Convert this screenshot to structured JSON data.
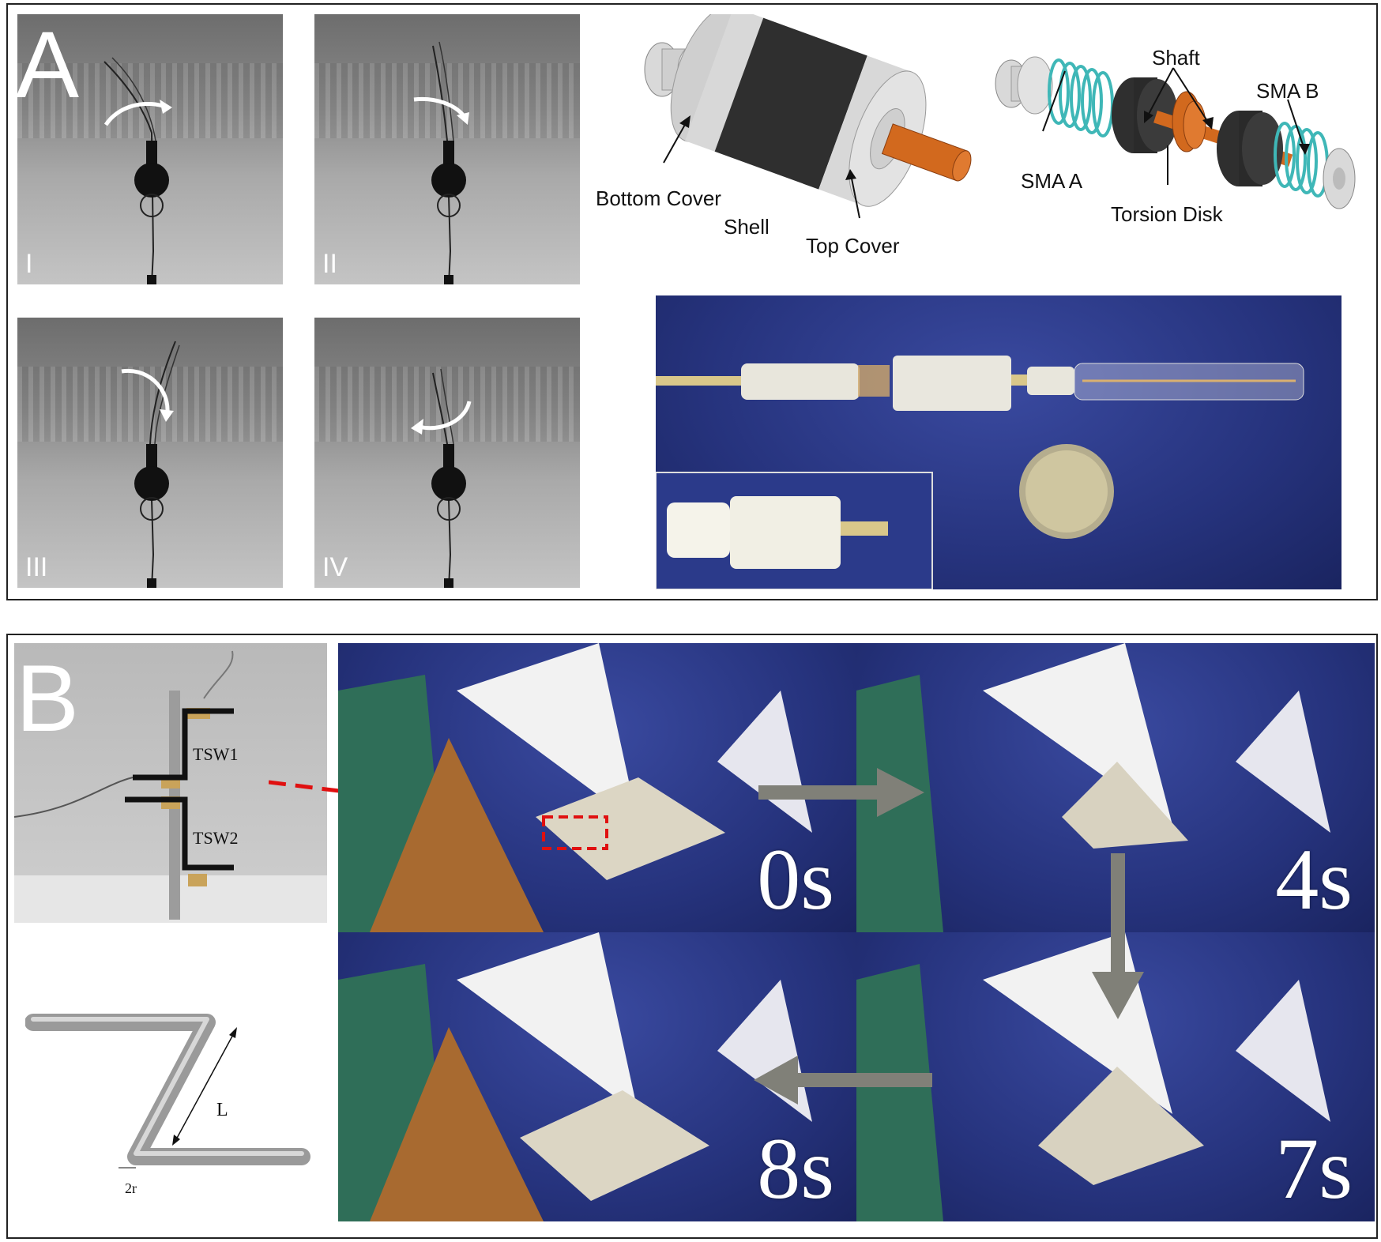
{
  "panel_a": {
    "letter": "A",
    "xray_frames": [
      {
        "label": "I",
        "arrow": "clockwise-right"
      },
      {
        "label": "II",
        "arrow": "clockwise-right"
      },
      {
        "label": "III",
        "arrow": "clockwise-right"
      },
      {
        "label": "IV",
        "arrow": "counterclockwise-left"
      }
    ],
    "assembled_labels": {
      "bottom_cover": "Bottom Cover",
      "shell": "Shell",
      "top_cover": "Top Cover"
    },
    "exploded_labels": {
      "shaft": "Shaft",
      "sma_b": "SMA B",
      "sma_a": "SMA A",
      "torsion_disk": "Torsion Disk"
    },
    "colors": {
      "shaft": "#d2691e",
      "spring": "#3fb7b7",
      "shell": "#333333",
      "cover": "#c8c8c8"
    }
  },
  "panel_b": {
    "letter": "B",
    "switch_labels": {
      "tsw1": "TSW1",
      "tsw2": "TSW2"
    },
    "wire_labels": {
      "length": "L",
      "radius": "2r"
    },
    "frames": [
      {
        "time": "0s"
      },
      {
        "time": "4s"
      },
      {
        "time": "8s"
      },
      {
        "time": "7s"
      }
    ],
    "colors": {
      "highlight": "#e01010",
      "arrow": "#808078",
      "background": "#26337d"
    }
  }
}
